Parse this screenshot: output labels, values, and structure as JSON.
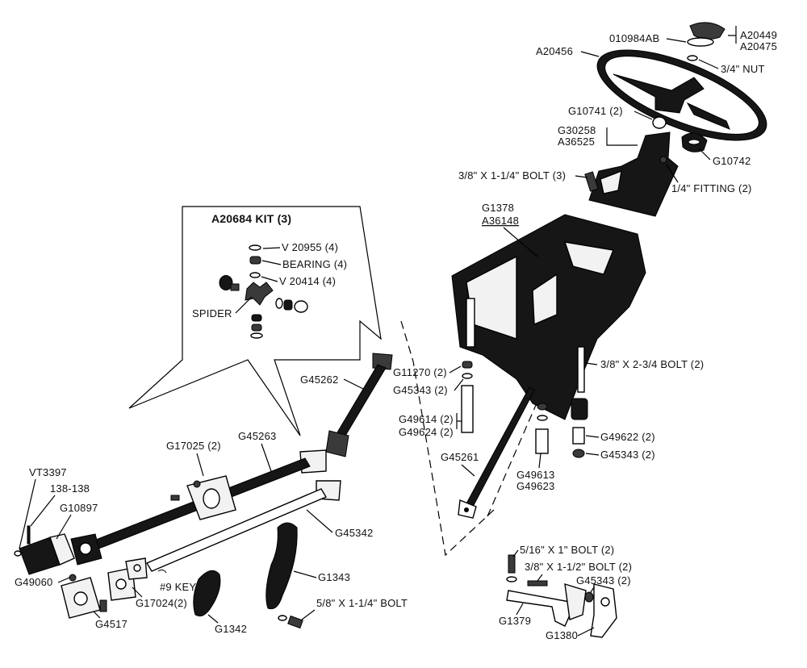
{
  "diagram": {
    "callout": {
      "title": "A20684 KIT (3)",
      "items": {
        "v20955": "V 20955 (4)",
        "bearing": "BEARING (4)",
        "v20414": "V 20414 (4)",
        "spider": "SPIDER"
      }
    },
    "labels": {
      "a20449": "A20449",
      "a20475": "A20475",
      "p010984ab": "010984AB",
      "a20456": "A20456",
      "nut_3_4": "3/4\" NUT",
      "g10741": "G10741 (2)",
      "g30258": "G30258",
      "a36525": "A36525",
      "g10742": "G10742",
      "bolt_3_8_x_1_1_4": "3/8\" X 1-1/4\" BOLT (3)",
      "fitting_1_4": "1/4\" FITTING (2)",
      "g1378": "G1378",
      "a36148": "A36148",
      "bolt_3_8_x_2_3_4": "3/8\" X 2-3/4  BOLT (2)",
      "g45262": "G45262",
      "g11270": "G11270 (2)",
      "g45343_upper": "G45343 (2)",
      "g49614": "G49614 (2)",
      "g49624": "G49624 (2)",
      "g49622": "G49622 (2)",
      "g45343_right": "G45343 (2)",
      "g45261": "G45261",
      "g49613": "G49613",
      "g49623": "G49623",
      "g17025": "G17025 (2)",
      "g45263": "G45263",
      "vt3397": "VT3397",
      "p138_138": "138-138",
      "g10897": "G10897",
      "g45342": "G45342",
      "g49060": "G49060",
      "key_9": "#9 KEY",
      "g17024": "G17024(2)",
      "g1343": "G1343",
      "g4517": "G4517",
      "g1342": "G1342",
      "bolt_5_8_x_1_1_4": "5/8\" X 1-1/4\" BOLT",
      "bolt_5_16_x_1": "5/16\" X 1\" BOLT (2)",
      "bolt_3_8_x_1_1_2": "3/8\" X 1-1/2\" BOLT (2)",
      "g45343_lower": "G45343 (2)",
      "g1379": "G1379",
      "g1380": "G1380"
    }
  }
}
